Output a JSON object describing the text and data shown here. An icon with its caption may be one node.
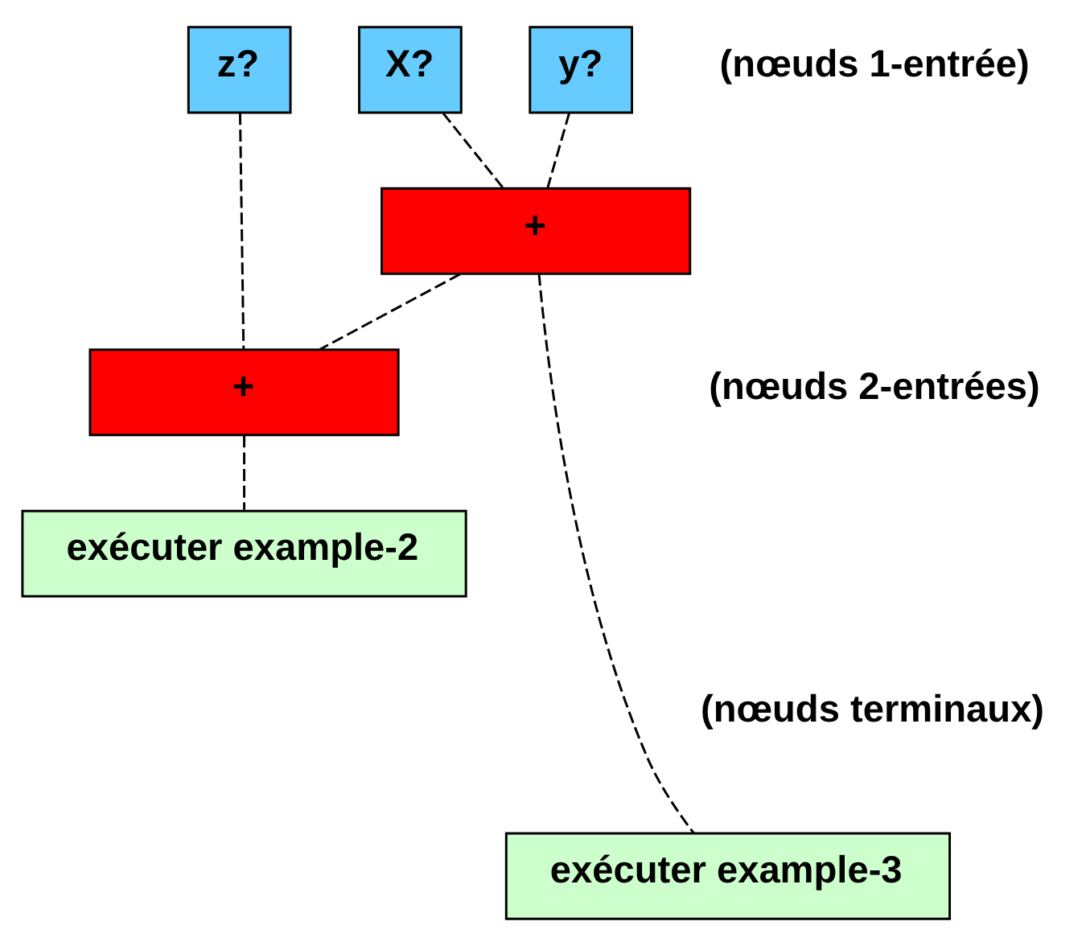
{
  "diagram": {
    "nodes": [
      {
        "text": [
          "X?"
        ]
      },
      {
        "text": [
          "y?"
        ]
      },
      {
        "text": [
          "z?"
        ]
      },
      {
        "text": [
          "+"
        ]
      },
      {
        "text": [
          "+"
        ]
      },
      {
        "text": [
          "exécuter example-2"
        ]
      },
      {
        "text": [
          "exécuter example-3"
        ]
      }
    ],
    "edges": [
      {
        "from": 0,
        "to": 3,
        "arrow": "none",
        "style": "dashed"
      },
      {
        "from": 1,
        "to": 3,
        "arrow": "none",
        "style": "dashed"
      },
      {
        "from": 2,
        "to": 4,
        "arrow": "none",
        "style": "dashed"
      },
      {
        "from": 3,
        "to": 4,
        "arrow": "none",
        "style": "dashed"
      },
      {
        "from": 4,
        "to": 5,
        "arrow": "none",
        "style": "dashed"
      },
      {
        "from": 3,
        "to": 6,
        "arrow": "none",
        "style": "dashed"
      }
    ],
    "labels": [
      "(nœuds 1-entrée)",
      "(nœuds 2-entrées)",
      "(nœuds terminaux)"
    ]
  }
}
